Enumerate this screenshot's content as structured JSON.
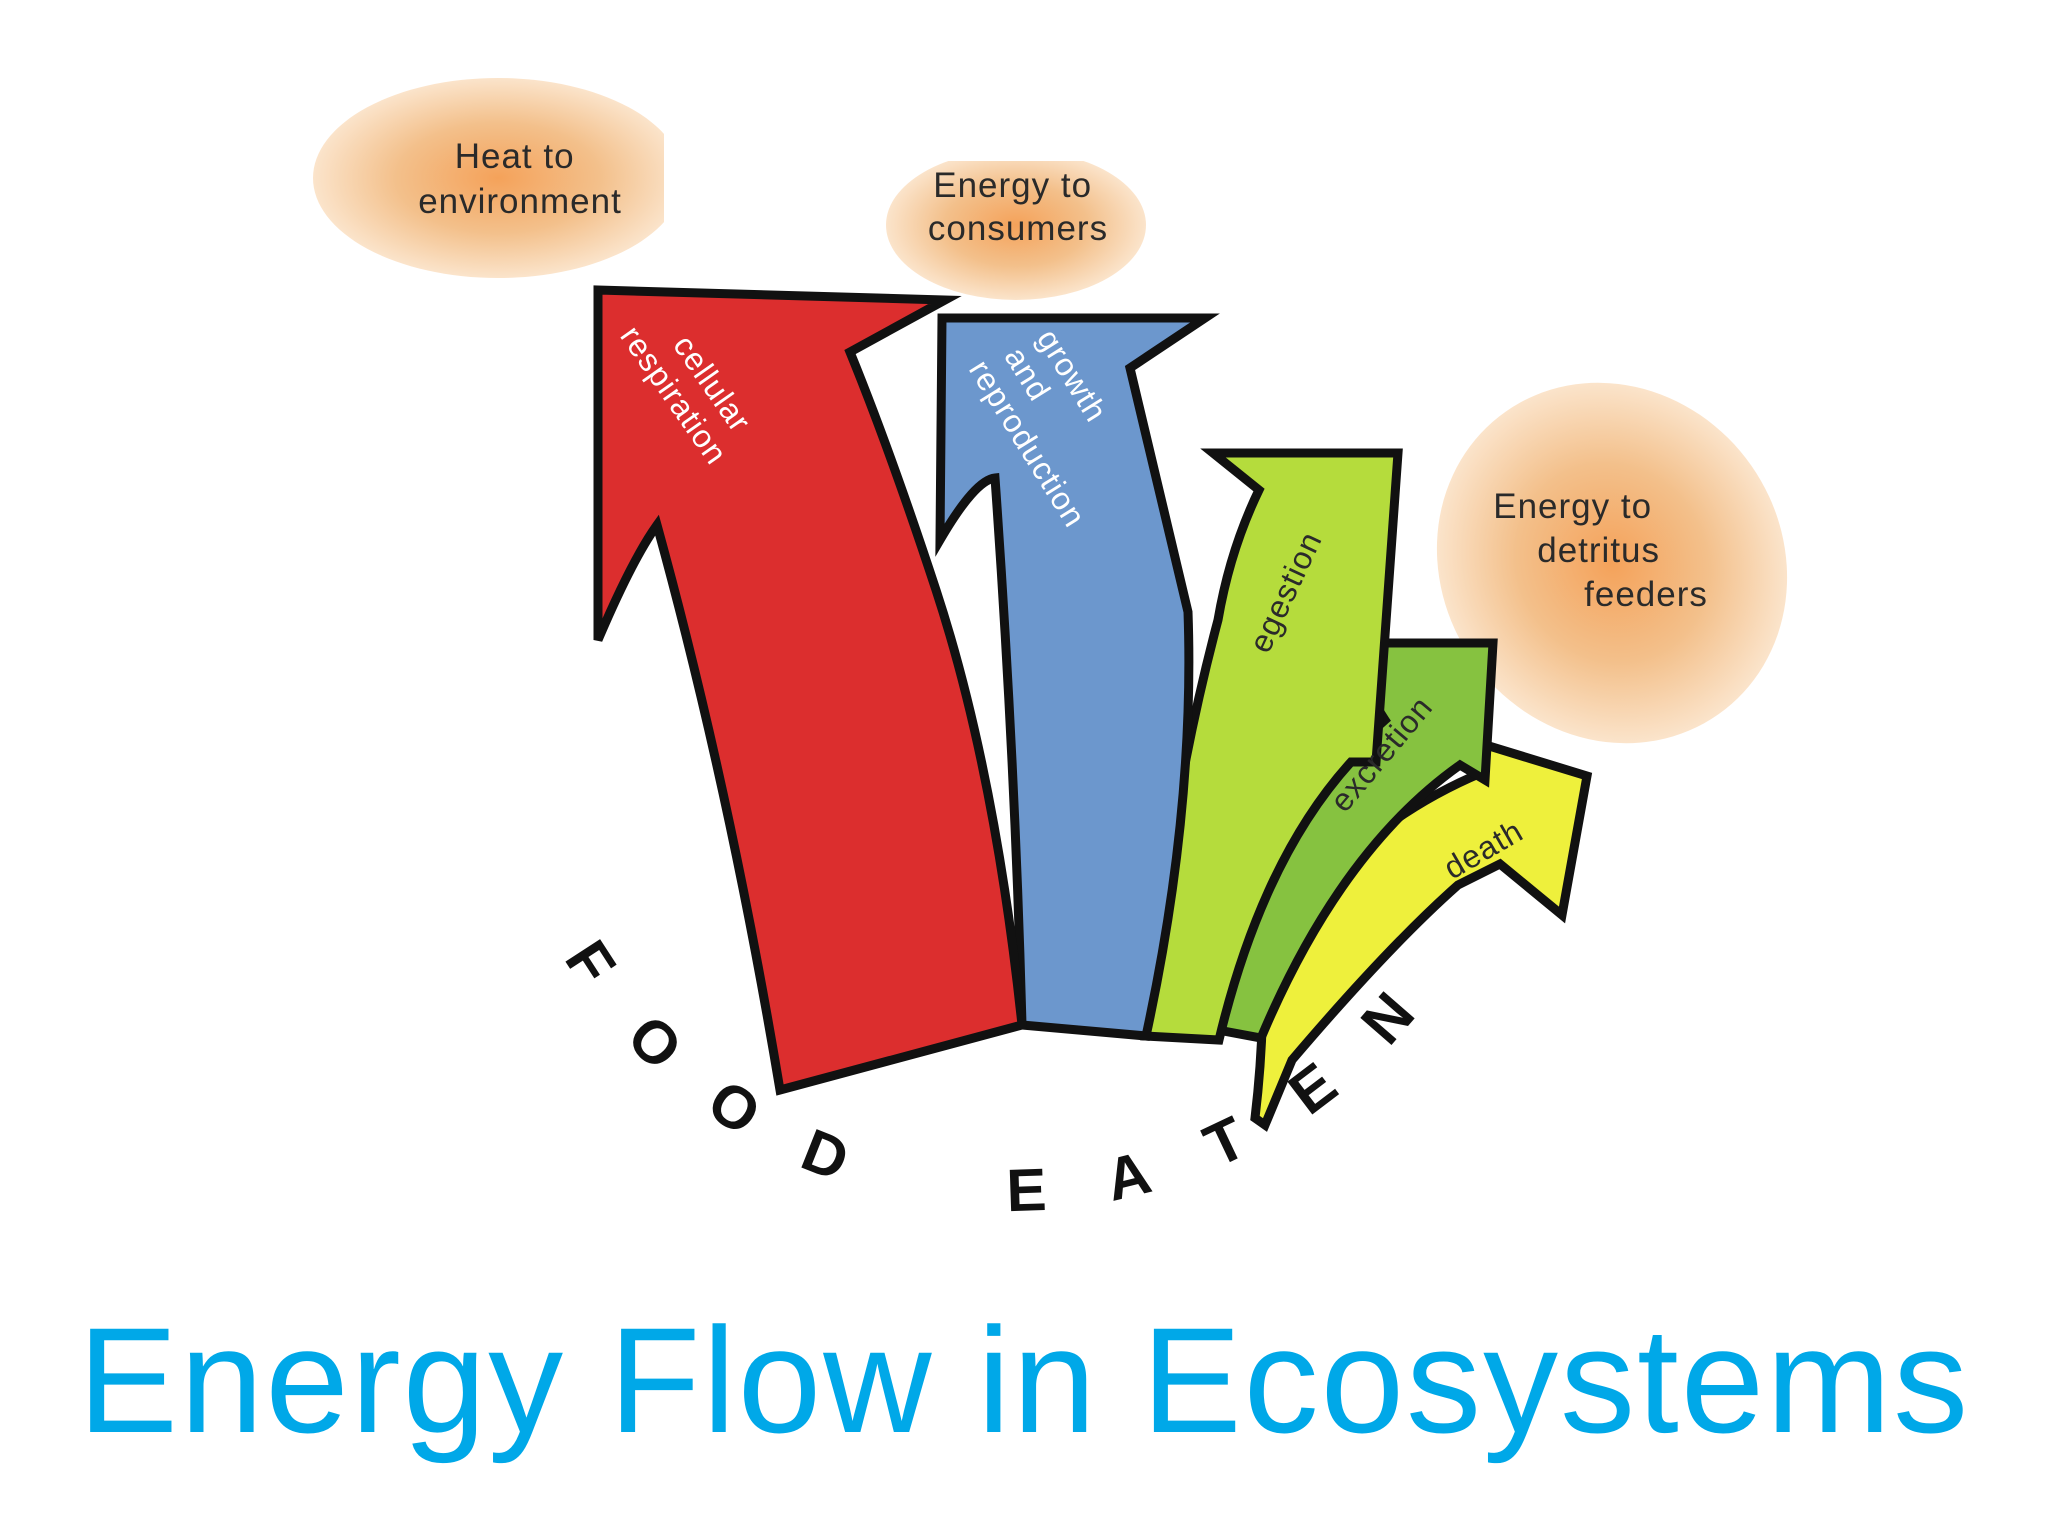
{
  "title": "Energy Flow in Ecosystems",
  "center_label": "FOOD EATEN",
  "destinations": {
    "heat": [
      "Heat to",
      "environment"
    ],
    "consumers": [
      "Energy to",
      "consumers"
    ],
    "detritus": [
      "Energy to",
      "detritus",
      "feeders"
    ]
  },
  "arrows": [
    {
      "lines": [
        "cellular",
        "respiration"
      ],
      "color": "#dc2e2e",
      "text_color": "#ffffff"
    },
    {
      "lines": [
        "growth",
        "and",
        "reproduction"
      ],
      "color": "#6c97cd",
      "text_color": "#ffffff"
    },
    {
      "lines": [
        "egestion"
      ],
      "color": "#b5dc3c",
      "text_color": "#2a2a2a"
    },
    {
      "lines": [
        "excretion"
      ],
      "color": "#86c240",
      "text_color": "#2a2a2a"
    },
    {
      "lines": [
        "death"
      ],
      "color": "#eef03c",
      "text_color": "#2a2a2a"
    }
  ],
  "colors": {
    "title": "#00a8e8",
    "cloud": "#f3c08b",
    "outline": "#111111"
  }
}
